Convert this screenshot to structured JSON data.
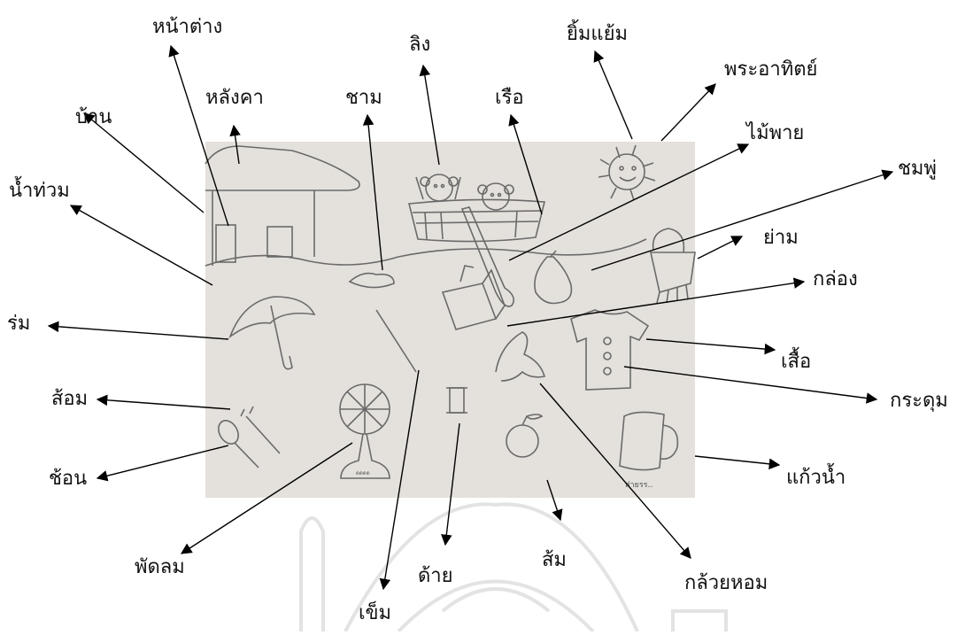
{
  "labels": {
    "window": "หน้าต่าง",
    "roof": "หลังคา",
    "house": "บ้าน",
    "puddle": "น้ำท่วม",
    "umbrella": "ร่ม",
    "fork": "ส้อม",
    "spoon": "ช้อน",
    "fan": "พัดลม",
    "needle": "เข็ม",
    "thread": "ด้าย",
    "orange": "ส้ม",
    "banana": "กล้วยหอม",
    "cup": "แก้วน้ำ",
    "button": "กระดุม",
    "shirt": "เสื้อ",
    "box": "กล่อง",
    "basket": "ย่าม",
    "rose_apple": "ชมพู่",
    "paddle": "ไม้พาย",
    "sun": "พระอาทิตย์",
    "smile": "ยิ้มแย้ม",
    "boat": "เรือ",
    "monkey": "ลิง",
    "bowl": "ชาม"
  },
  "drawing": {
    "signature": "ส่ายรร..",
    "fan_base_text": "ดดดด",
    "paper_color": "#e4e1dc",
    "pencil_color": "#6a6a6a"
  }
}
